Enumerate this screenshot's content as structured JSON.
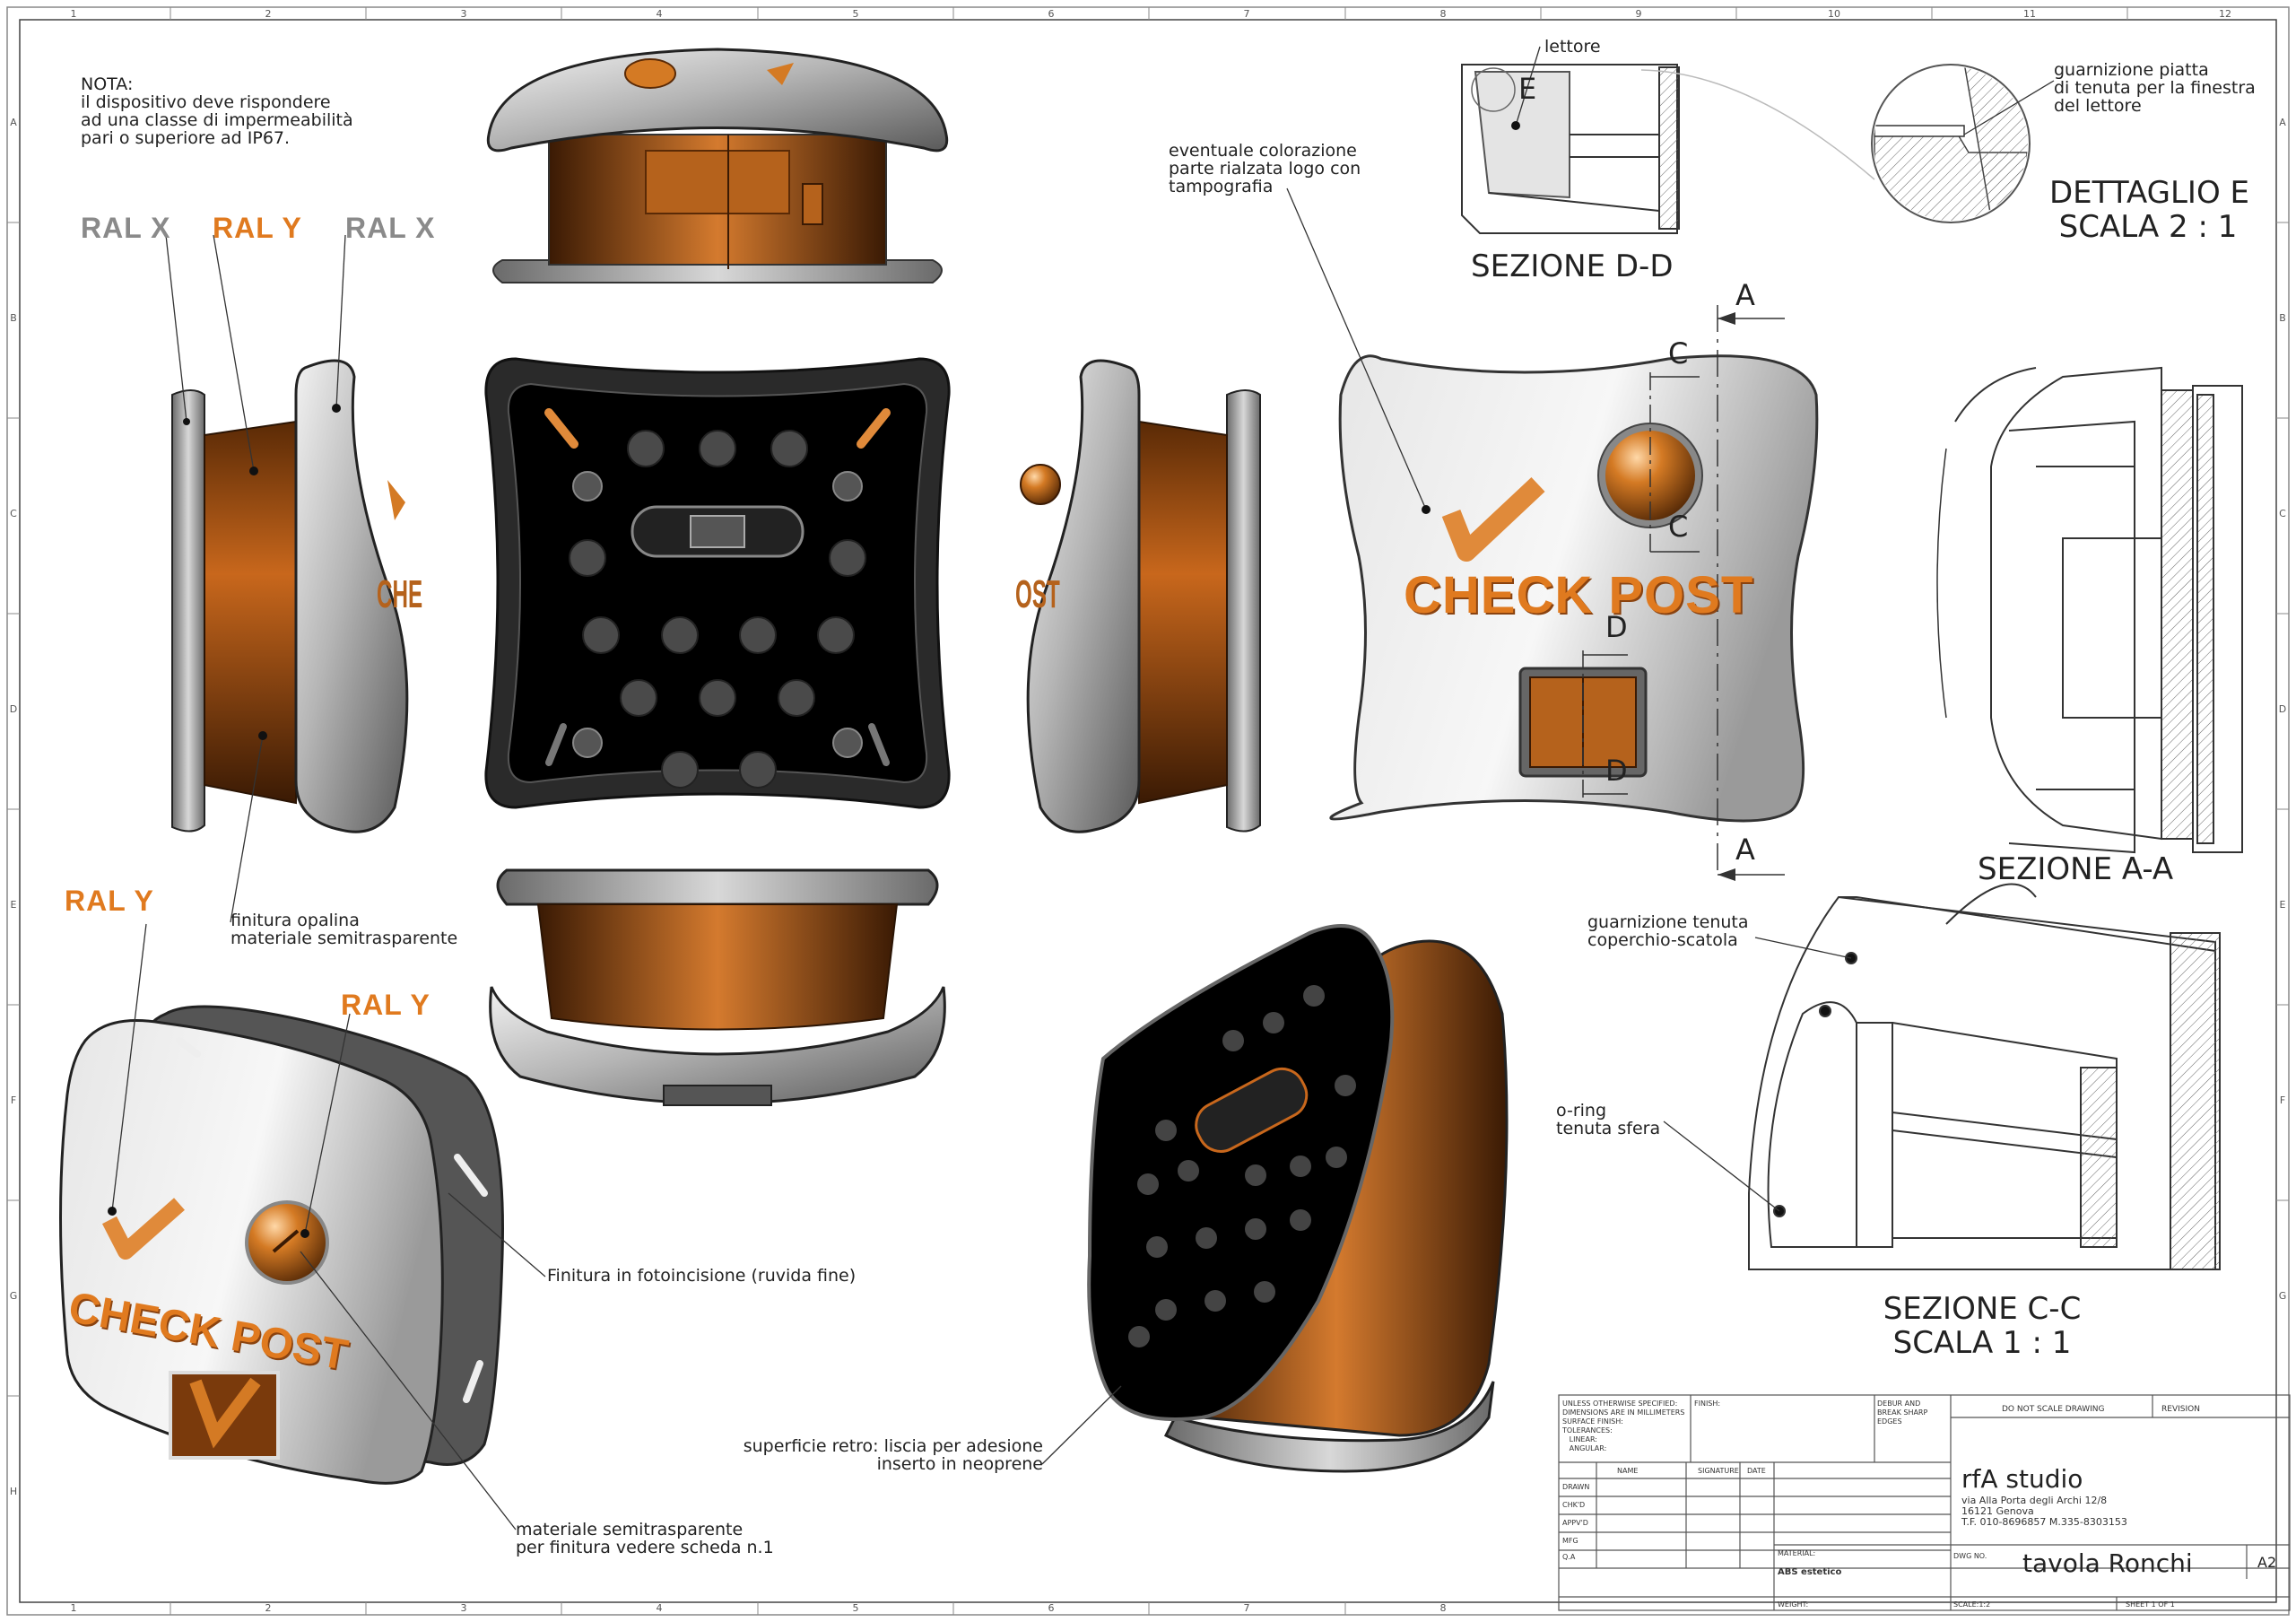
{
  "sheet": {
    "col_labels": [
      "1",
      "2",
      "3",
      "4",
      "5",
      "6",
      "7",
      "8",
      "9",
      "10",
      "11",
      "12"
    ],
    "row_labels": [
      "A",
      "B",
      "C",
      "D",
      "E",
      "F",
      "G",
      "H"
    ],
    "bottom_col_labels": [
      "1",
      "2",
      "3",
      "4",
      "5",
      "6",
      "7",
      "8"
    ]
  },
  "notes": {
    "nota": "NOTA:\nil dispositivo deve rispondere\nad una classe di impermeabilità\npari o superiore ad IP67.",
    "finitura_opalina": "finitura opalina\nmateriale semitrasparente",
    "fotoincisione": "Finitura in fotoincisione (ruvida fine)",
    "superficie_retro": "superficie retro: liscia per adesione\ninserto in neoprene",
    "materiale_semi": "materiale semitrasparente\nper finitura vedere scheda n.1",
    "colorazione_logo": "eventuale colorazione\nparte rialzata logo con\ntampografia",
    "lettore": "lettore",
    "guarnizione_piatta": "guarnizione piatta\ndi tenuta per la finestra\ndel lettore",
    "guarnizione_tenuta": "guarnizione tenuta\ncoperchio-scatola",
    "oring": "o-ring\ntenuta sfera"
  },
  "ral": {
    "x1": "RAL X",
    "y1": "RAL Y",
    "x2": "RAL X",
    "y2": "RAL Y",
    "y3": "RAL Y"
  },
  "brand": {
    "logo_text": "CHECK POST",
    "logo_text_small": "CHECK POST",
    "side_text_left": "CHE",
    "side_text_right": "OST"
  },
  "sections": {
    "dd_title": "SEZIONE D-D",
    "aa_title": "SEZIONE A-A",
    "cc_title": "SEZIONE C-C\nSCALA 1 : 1",
    "detail_title": "DETTAGLIO E\nSCALA 2 : 1",
    "label_e": "E",
    "label_a_top": "A",
    "label_a_bottom": "A",
    "label_c_top": "C",
    "label_c_bottom": "C",
    "label_d_top": "D",
    "label_d_bottom": "D"
  },
  "title_block": {
    "unless": "UNLESS OTHERWISE SPECIFIED:\nDIMENSIONS ARE IN MILLIMETERS\nSURFACE FINISH:\nTOLERANCES:\n   LINEAR:\n   ANGULAR:",
    "finish": "FINISH:",
    "deburr": "DEBUR AND\nBREAK SHARP\nEDGES",
    "do_not_scale": "DO NOT SCALE DRAWING",
    "revision": "REVISION",
    "name": "NAME",
    "signature": "SIGNATURE",
    "date": "DATE",
    "rows": [
      "DRAWN",
      "CHK'D",
      "APPV'D",
      "MFG",
      "Q.A"
    ],
    "studio": "rfA studio",
    "address": "via Alla Porta degli Archi 12/8\n16121 Genova\nT.F. 010-8696857 M.335-8303153",
    "material_lbl": "MATERIAL:",
    "material_val": "ABS estetico",
    "dwg_no_lbl": "DWG NO.",
    "title": "tavola Ronchi",
    "size": "A2",
    "weight": "WEIGHT:",
    "scale": "SCALE:1:2",
    "sheet": "SHEET 1 OF 1"
  },
  "colors": {
    "accent_orange": "#e07a1f",
    "ral_grey": "#8a8a8a",
    "body_grey": "#b8b8b8",
    "dark": "#111111"
  }
}
